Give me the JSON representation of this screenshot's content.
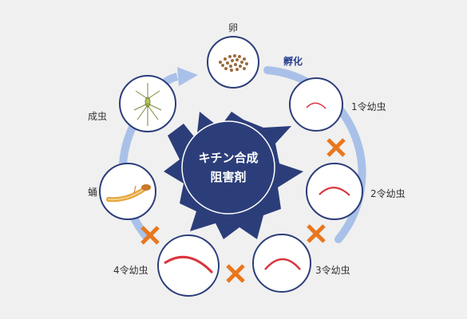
{
  "labels": {
    "egg": "卵",
    "hatching": "孵化",
    "larva1": "1令幼虫",
    "larva2": "2令幼虫",
    "larva3": "3令幼虫",
    "larva4": "4令幼虫",
    "pupa": "蛹",
    "adult": "成虫"
  },
  "center": {
    "line1": "キチン合成",
    "line2": "阻害剤"
  },
  "colors": {
    "background": "#f0f0f0",
    "cycle_arrow": "#9bb7e3",
    "center_fill": "#2c3e7a",
    "circle_stroke": "#2c3e7a",
    "block_mark": "#e8771e",
    "larva_red": "#d9363e",
    "egg_brown": "#9b6a3c"
  },
  "icons": {
    "block": "x-mark-icon",
    "adult": "mosquito-icon",
    "pupa": "pupa-icon",
    "egg": "egg-cluster-icon"
  }
}
